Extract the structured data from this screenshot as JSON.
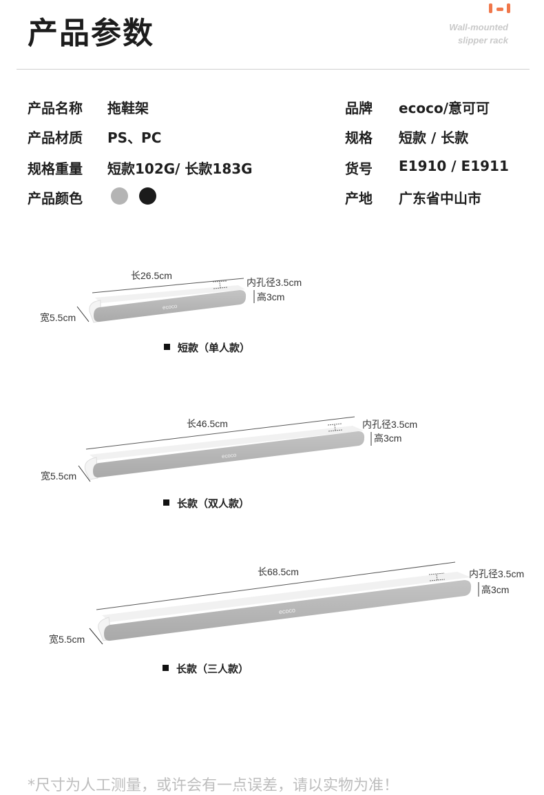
{
  "header": {
    "title": "产品参数",
    "subtitle_line1": "Wall-mounted",
    "subtitle_line2": "slipper rack",
    "accent_color": "#f0774a"
  },
  "specs": {
    "name_label": "产品名称",
    "name_value": "拖鞋架",
    "material_label": "产品材质",
    "material_value": "PS、PC",
    "weight_label": "规格重量",
    "weight_value": "短款102G/ 长款183G",
    "color_label": "产品颜色",
    "color_values": [
      "#b4b4b4",
      "#1b1b1b"
    ],
    "brand_label": "品牌",
    "brand_value": "ecoco/意可可",
    "size_label": "规格",
    "size_value": "短款 / 长款",
    "model_label": "货号",
    "model_value": "E1910 / E1911",
    "origin_label": "产地",
    "origin_value": "广东省中山市"
  },
  "products": [
    {
      "length": "长26.5cm",
      "hole": "内孔径3.5cm",
      "height": "高3cm",
      "width": "宽5.5cm",
      "brand": "ecoco",
      "caption": "短款（单人款）"
    },
    {
      "length": "长46.5cm",
      "hole": "内孔径3.5cm",
      "height": "高3cm",
      "width": "宽5.5cm",
      "brand": "ecoco",
      "caption": "长款（双人款）"
    },
    {
      "length": "长68.5cm",
      "hole": "内孔径3.5cm",
      "height": "高3cm",
      "width": "宽5.5cm",
      "brand": "ecoco",
      "caption": "长款（三人款）"
    }
  ],
  "footer": {
    "note": "*尺寸为人工测量，或许会有一点误差，请以实物为准！"
  }
}
